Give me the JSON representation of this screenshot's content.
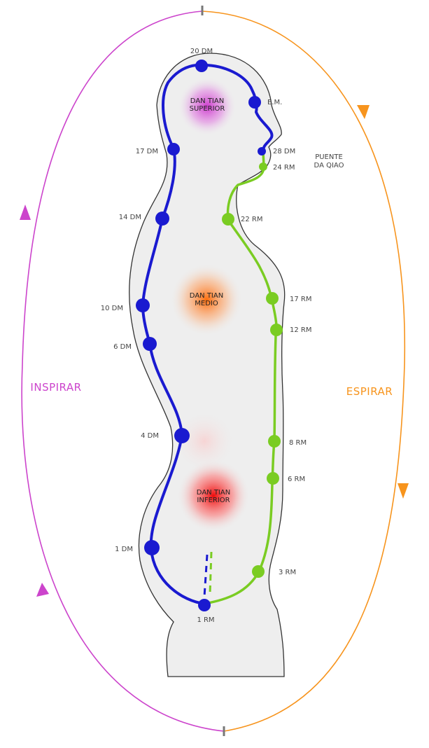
{
  "colors": {
    "inhale": "#cc44cc",
    "exhale": "#f7941d",
    "governor": "#1010d0",
    "conception": "#77cc22",
    "tick": "#777777",
    "body_fill": "#eeeeee",
    "body_outline": "#333333",
    "dantian_superior": "#cc33cc",
    "dantian_medio": "#ff7722",
    "dantian_inferior": "#ee1111"
  },
  "labels": {
    "inspirar": "INSPIRAR",
    "espirar": "ESPIRAR",
    "puente_line1": "PUENTE",
    "puente_line2": "DA QIAO"
  },
  "dantian": {
    "superior": {
      "line1": "DAN TIAN",
      "line2": "SUPERIOR"
    },
    "medio": {
      "line1": "DAN TIAN",
      "line2": "MEDIO"
    },
    "inferior": {
      "line1": "DAN TIAN",
      "line2": "INFERIOR"
    }
  },
  "points": {
    "dm20": "20 DM",
    "em": "E.M.",
    "dm28": "28 DM",
    "rm24": "24 RM",
    "dm17": "17 DM",
    "dm14": "14 DM",
    "rm22": "22 RM",
    "dm10": "10 DM",
    "rm17": "17 RM",
    "rm12": "12 RM",
    "dm6": "6 DM",
    "dm4": "4 DM",
    "rm8": "8 RM",
    "rm6": "6 RM",
    "dm1": "1 DM",
    "rm3": "3 RM",
    "rm1": "1 RM"
  }
}
